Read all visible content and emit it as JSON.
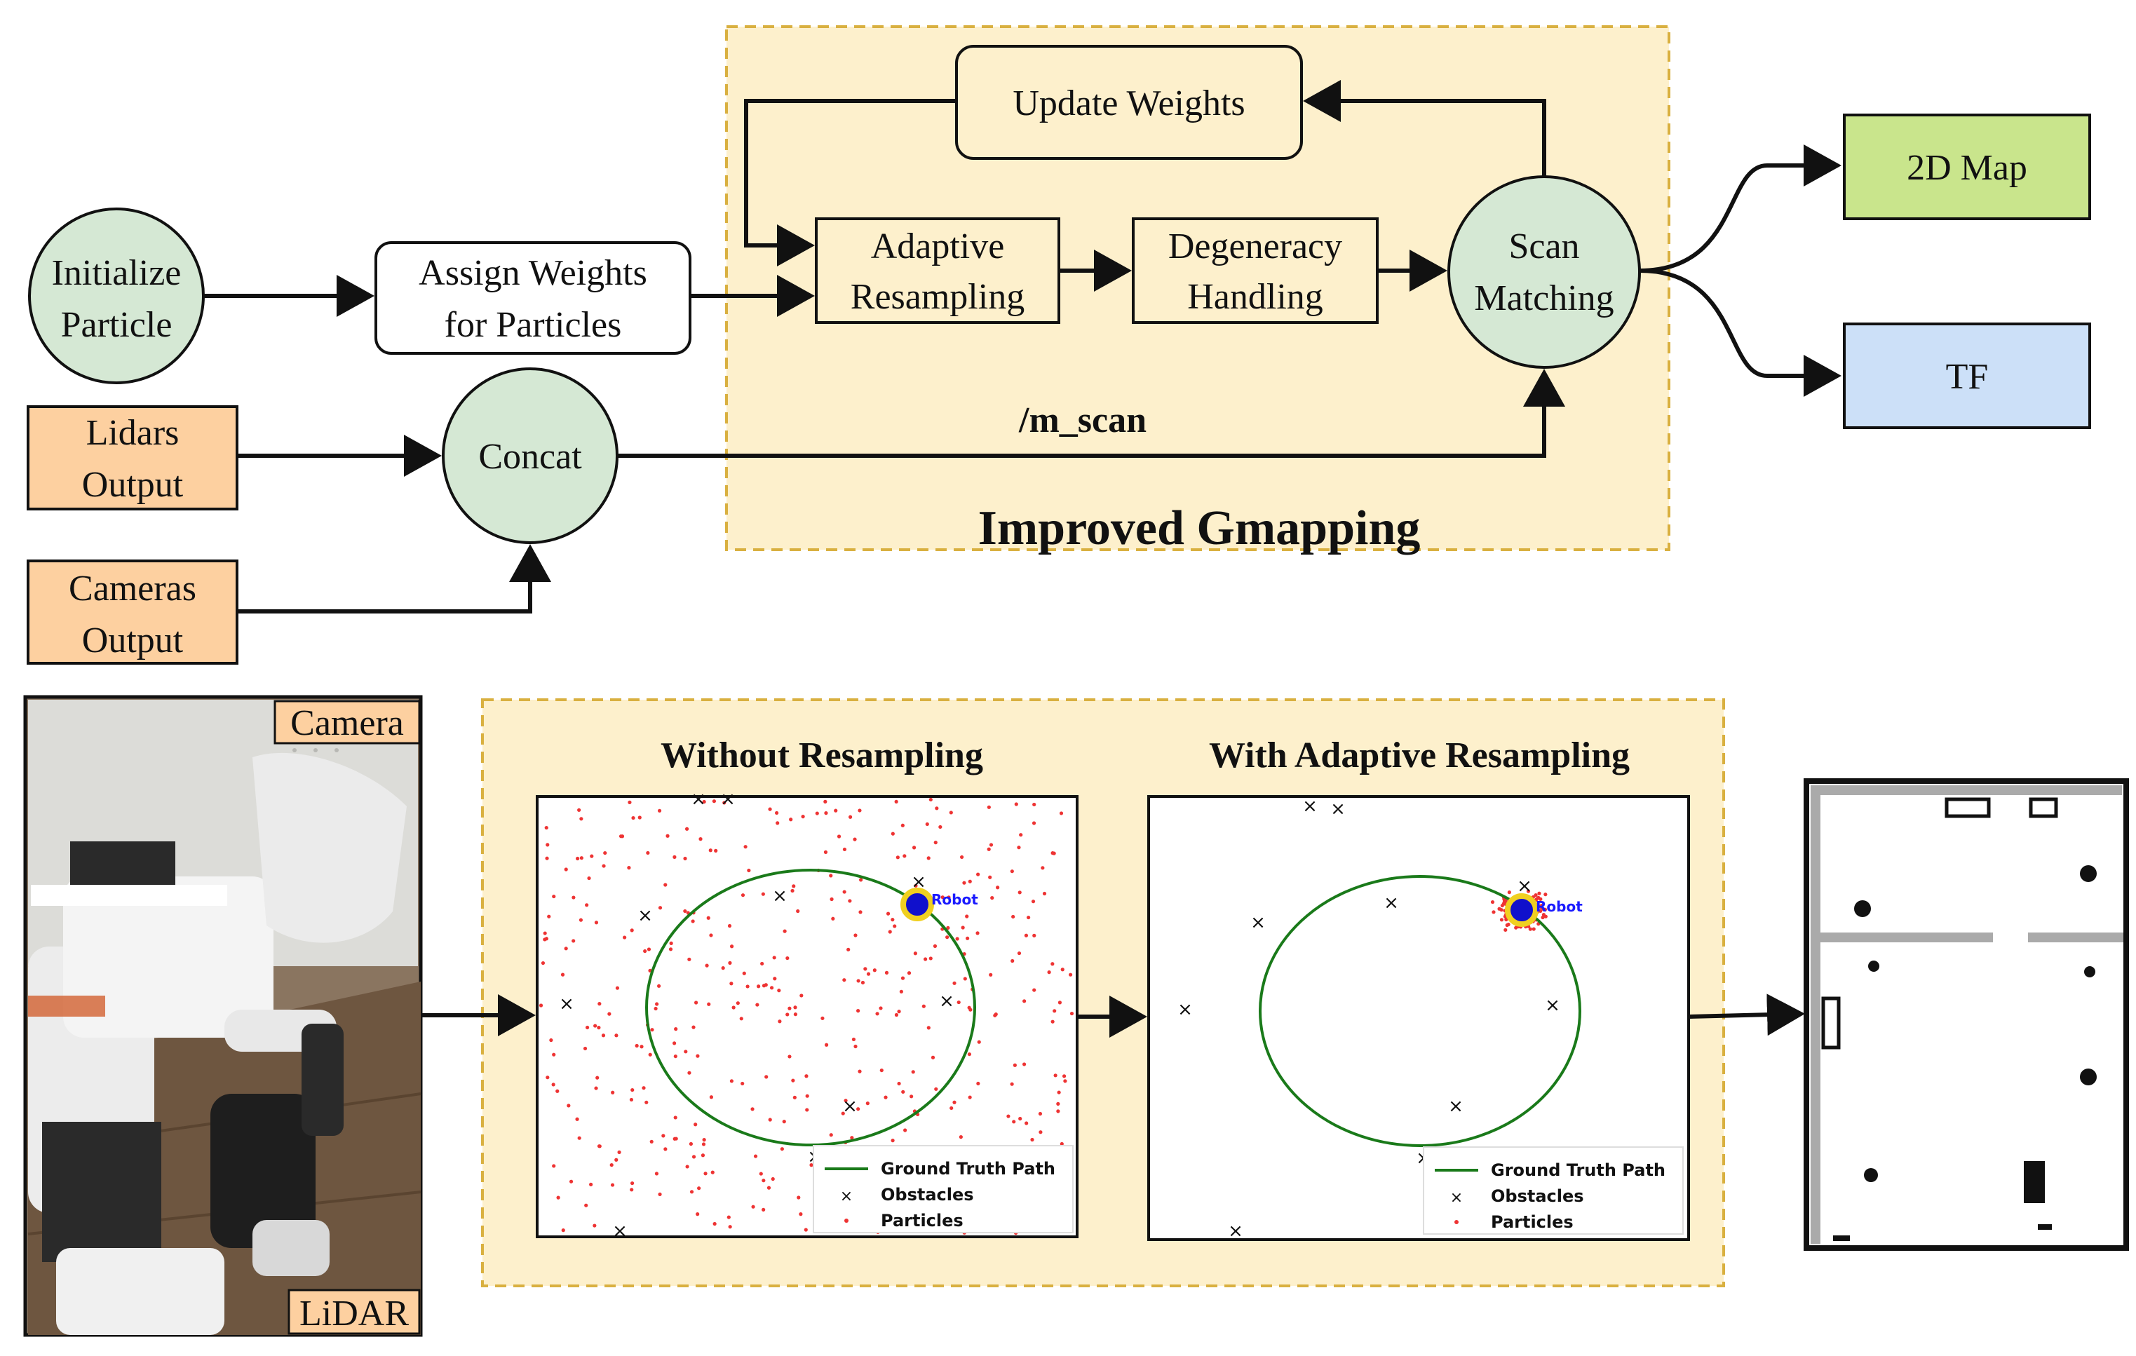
{
  "colors": {
    "panel_fill": "#fdf0cc",
    "panel_border": "#d9b040",
    "circle_fill": "#d5e8d4",
    "input_fill": "#fdd0a0",
    "map_fill": "#c9e58c",
    "tf_fill": "#cce0f8",
    "path_color": "#1a7a1a",
    "particle_color": "#ee3333",
    "robot_color": "#1010cc",
    "robot_ring": "#f0d020"
  },
  "nodes": {
    "initialize": [
      "Initialize",
      "Particle"
    ],
    "assign": [
      "Assign Weights",
      "for Particles"
    ],
    "lidars": [
      "Lidars",
      "Output"
    ],
    "cameras": [
      "Cameras",
      "Output"
    ],
    "concat": "Concat",
    "update": "Update Weights",
    "adaptive": [
      "Adaptive",
      "Resampling"
    ],
    "degeneracy": [
      "Degeneracy",
      "Handling"
    ],
    "scan": [
      "Scan",
      "Matching"
    ],
    "map2d": "2D Map",
    "tf": "TF"
  },
  "edge_labels": {
    "m_scan": "/m_scan"
  },
  "panels": {
    "top_title": "Improved Gmapping"
  },
  "photo": {
    "camera_label": "Camera",
    "lidar_label": "LiDAR"
  },
  "plots": [
    {
      "title": "Without Resampling",
      "robot_label": "Robot",
      "legend": [
        "Ground Truth Path",
        "Obstacles",
        "Particles"
      ]
    },
    {
      "title": "With Adaptive Resampling",
      "robot_label": "Robot",
      "legend": [
        "Ground Truth Path",
        "Obstacles",
        "Particles"
      ]
    }
  ]
}
